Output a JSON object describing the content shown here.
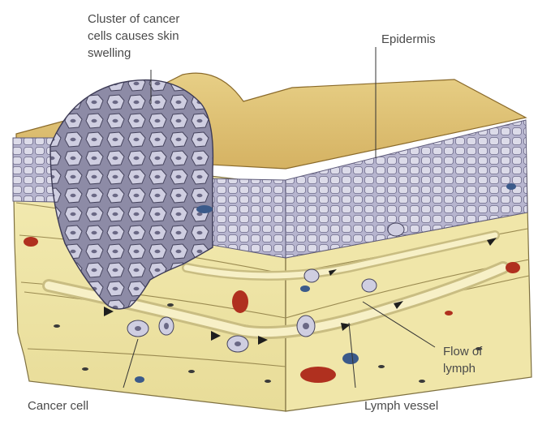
{
  "labels": {
    "cluster": "Cluster of cancer\ncells causes skin\nswelling",
    "epidermis": "Epidermis",
    "flow": "Flow of\nlymph",
    "cancer_cell": "Cancer cell",
    "lymph_vessel": "Lymph vessel"
  }
}
